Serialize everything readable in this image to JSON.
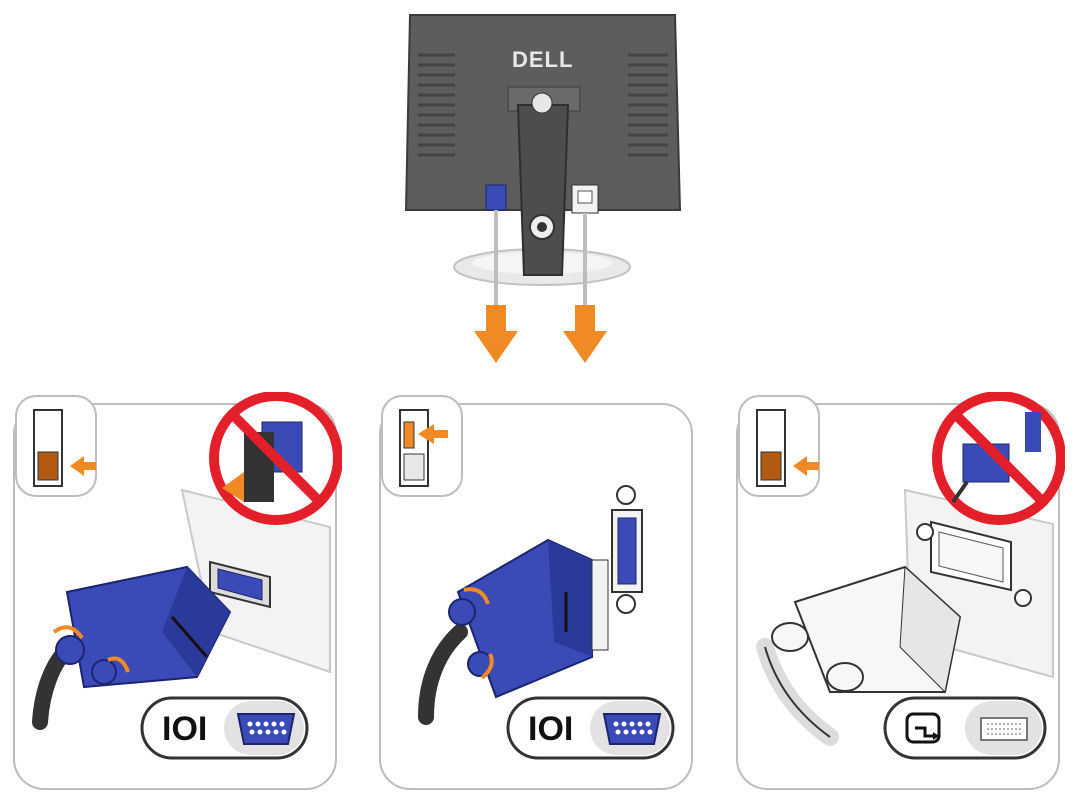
{
  "monitor": {
    "brand": "DELL",
    "ports": [
      "vga-port",
      "dvi-port"
    ]
  },
  "panels": [
    {
      "name": "vga-to-vga-blocked",
      "connector": "vga",
      "prohibited": true,
      "port_label": "IOI"
    },
    {
      "name": "vga-to-vga-ok",
      "connector": "vga",
      "prohibited": false,
      "port_label": "IOI"
    },
    {
      "name": "dvi-ok",
      "connector": "dvi",
      "prohibited": true,
      "port_label": ""
    }
  ],
  "colors": {
    "accent_arrow": "#f08a24",
    "connector_blue": "#3a4bb8",
    "prohibit_red": "#e31f2a",
    "monitor_gray": "#5b5b5b"
  },
  "icons": [
    "dell-logo",
    "orange-arrow-down-icon",
    "prohibited-icon",
    "vga-port-icon",
    "dvi-port-icon",
    "digital-signal-icon",
    "slot-indicator-icon"
  ]
}
